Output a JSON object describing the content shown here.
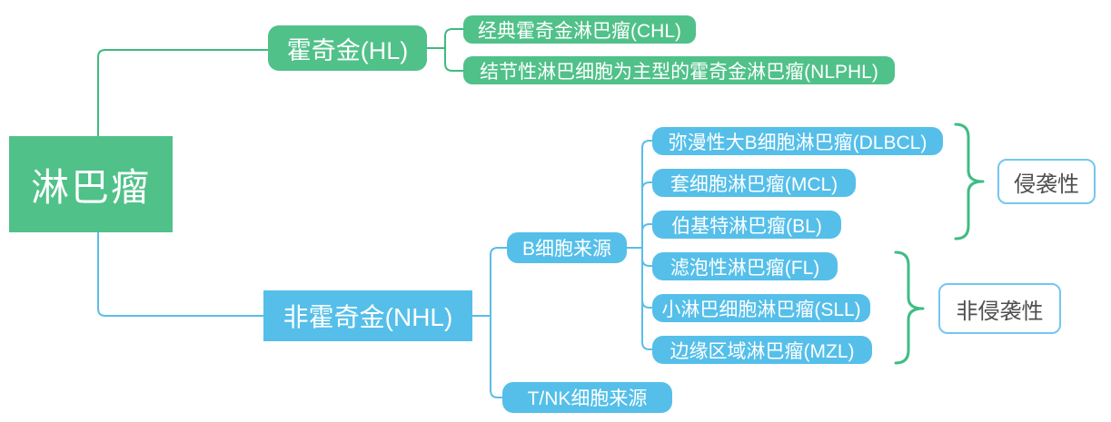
{
  "colors": {
    "background": "#ffffff",
    "green_node": "#50c189",
    "green_line": "#3fba7e",
    "blue_node": "#55bfe9",
    "blue_line": "#5bbde8",
    "bracket_green": "#3fbc84",
    "annotation_border": "#74c7ee",
    "annotation_text": "#4f4f4f",
    "node_text": "#ffffff"
  },
  "diagram": {
    "root": {
      "label": "淋巴瘤"
    },
    "hodgkin": {
      "label": "霍奇金(HL)",
      "children": [
        {
          "label": "经典霍奇金淋巴瘤(CHL)"
        },
        {
          "label": "结节性淋巴细胞为主型的霍奇金淋巴瘤(NLPHL)"
        }
      ]
    },
    "non_hodgkin": {
      "label": "非霍奇金(NHL)",
      "b_cell_origin": {
        "label": "B细胞来源"
      },
      "t_nk_origin": {
        "label": "T/NK细胞来源"
      },
      "b_cell_types": [
        {
          "label": "弥漫性大B细胞淋巴瘤(DLBCL)",
          "group": "侵袭性"
        },
        {
          "label": "套细胞淋巴瘤(MCL)",
          "group": "侵袭性"
        },
        {
          "label": "伯基特淋巴瘤(BL)",
          "group": "侵袭性"
        },
        {
          "label": "滤泡性淋巴瘤(FL)",
          "group": "非侵袭性"
        },
        {
          "label": "小淋巴细胞淋巴瘤(SLL)",
          "group": "非侵袭性"
        },
        {
          "label": "边缘区域淋巴瘤(MZL)",
          "group": "非侵袭性"
        }
      ]
    },
    "annotations": {
      "aggressive": {
        "label": "侵袭性",
        "covers": [
          "弥漫性大B细胞淋巴瘤(DLBCL)",
          "套细胞淋巴瘤(MCL)",
          "伯基特淋巴瘤(BL)"
        ]
      },
      "non_aggressive": {
        "label": "非侵袭性",
        "covers": [
          "滤泡性淋巴瘤(FL)",
          "小淋巴细胞淋巴瘤(SLL)",
          "边缘区域淋巴瘤(MZL)"
        ]
      }
    }
  }
}
